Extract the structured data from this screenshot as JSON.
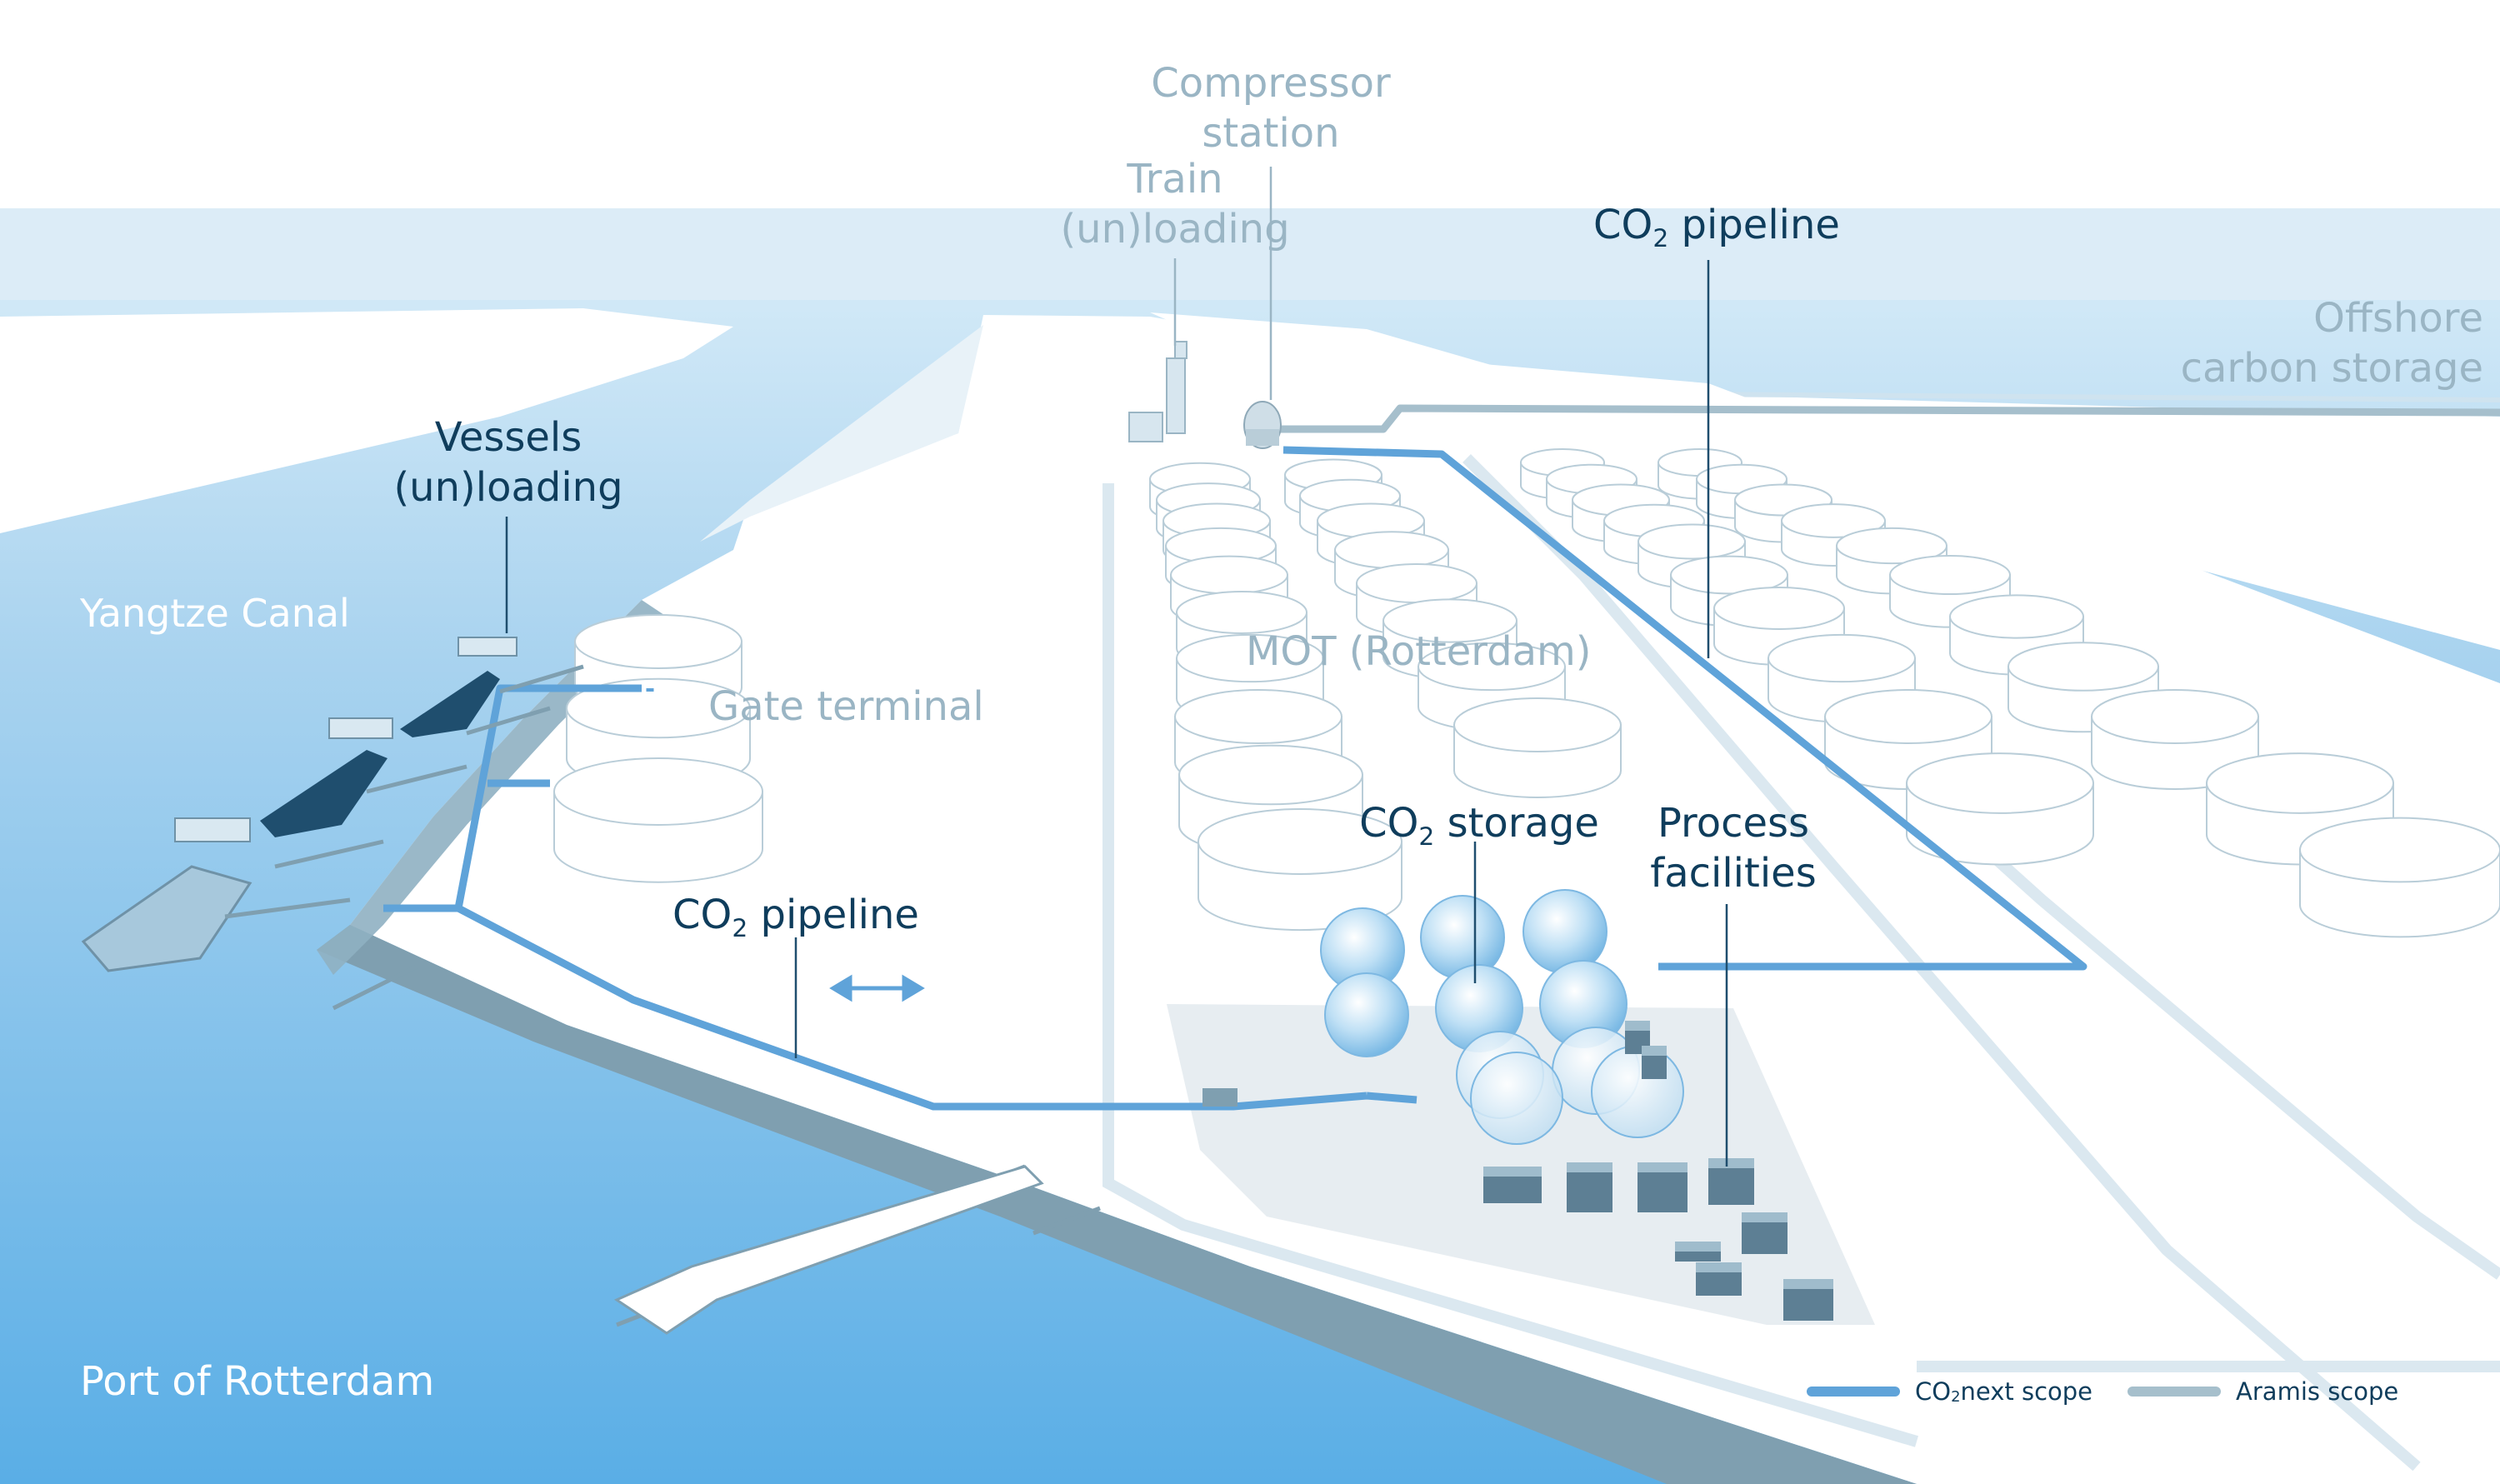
{
  "labels": {
    "compressor_line1": "Compressor",
    "compressor_line2": "station",
    "train_line1": "Train",
    "train_line2": "(un)loading",
    "pipeline_top_prefix": "CO",
    "pipeline_top_sub": "2",
    "pipeline_top_suffix": " pipeline",
    "offshore_line1": "Offshore",
    "offshore_line2": "carbon storage",
    "vessels_line1": "Vessels",
    "vessels_line2": "(un)loading",
    "yangtze": "Yangtze Canal",
    "gate": "Gate terminal",
    "mot": "MOT (Rotterdam)",
    "storage_prefix": "CO",
    "storage_sub": "2",
    "storage_suffix": " storage",
    "process_line1": "Process",
    "process_line2": "facilities",
    "pipeline_mid_prefix": "CO",
    "pipeline_mid_sub": "2",
    "pipeline_mid_suffix": " pipeline",
    "port": "Port of Rotterdam"
  },
  "legend": {
    "co2next_prefix": "CO",
    "co2next_sub": "2",
    "co2next_suffix": "next scope",
    "aramis": "Aramis scope"
  },
  "colors": {
    "co2next": "#5fa3d9",
    "aramis": "#a6bfcc",
    "label_dark": "#0f3d5c",
    "label_grey": "#9ab5c4"
  }
}
